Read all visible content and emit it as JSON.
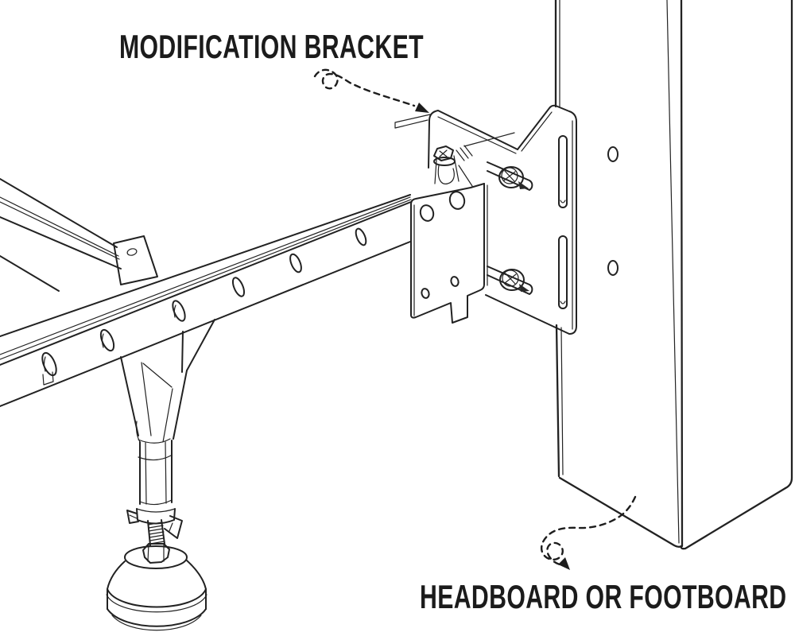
{
  "figure": {
    "kind": "assembly instruction line drawing",
    "background_color": "#ffffff",
    "ink_color": "#1d1d1d"
  },
  "callouts": {
    "bracket": {
      "label": "MODIFICATION BRACKET"
    },
    "board": {
      "label": "HEADBOARD OR FOOTBOARD"
    }
  }
}
